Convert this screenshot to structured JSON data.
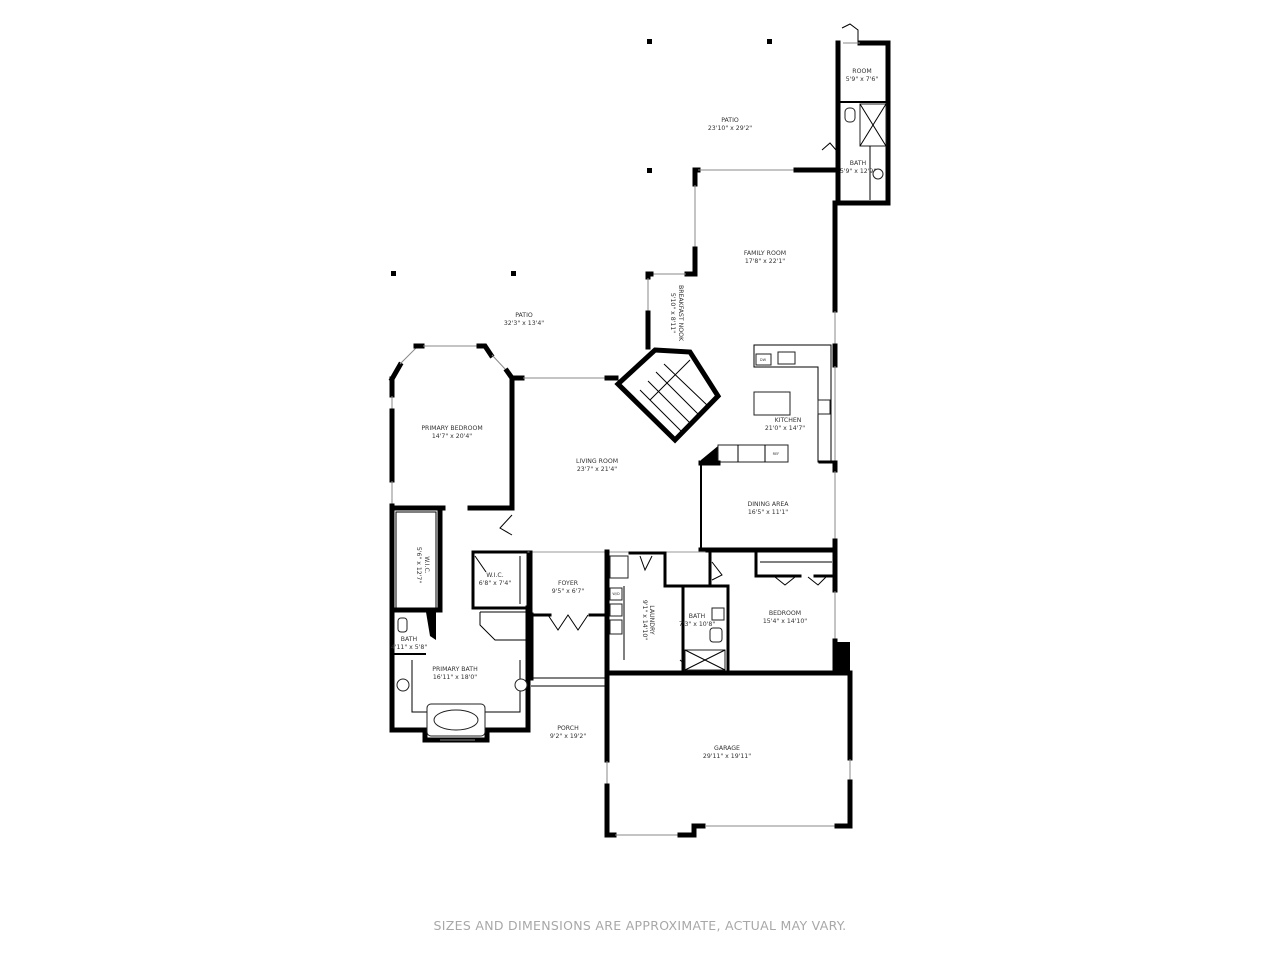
{
  "floor_plan": {
    "rooms": [
      {
        "id": "room-small",
        "name": "ROOM",
        "dims": "5'9\" x 7'6\""
      },
      {
        "id": "bath-upper",
        "name": "BATH",
        "dims": "5'9\" x 12'9\""
      },
      {
        "id": "patio-upper",
        "name": "PATIO",
        "dims": "23'10\" x 29'2\""
      },
      {
        "id": "family-room",
        "name": "FAMILY ROOM",
        "dims": "17'8\" x 22'1\""
      },
      {
        "id": "breakfast-nook",
        "name": "BREAKFAST NOOK",
        "dims": "5'10\" x 8'11\""
      },
      {
        "id": "patio-lower",
        "name": "PATIO",
        "dims": "32'3\" x 13'4\""
      },
      {
        "id": "kitchen",
        "name": "KITCHEN",
        "dims": "21'0\" x 14'7\""
      },
      {
        "id": "primary-bedroom",
        "name": "PRIMARY BEDROOM",
        "dims": "14'7\" x 20'4\""
      },
      {
        "id": "living-room",
        "name": "LIVING ROOM",
        "dims": "23'7\" x 21'4\""
      },
      {
        "id": "dining-area",
        "name": "DINING AREA",
        "dims": "16'5\" x 11'1\""
      },
      {
        "id": "wic-long",
        "name": "W.I.C.",
        "dims": "5'6\" x 12'7\""
      },
      {
        "id": "wic-small",
        "name": "W.I.C.",
        "dims": "6'8\" x 7'4\""
      },
      {
        "id": "foyer",
        "name": "FOYER",
        "dims": "9'5\" x 6'7\""
      },
      {
        "id": "laundry",
        "name": "LAUNDRY",
        "dims": "9'1\" x 14'10\""
      },
      {
        "id": "bath-hall",
        "name": "BATH",
        "dims": "7'3\" x 10'8\""
      },
      {
        "id": "bedroom",
        "name": "BEDROOM",
        "dims": "15'4\" x 14'10\""
      },
      {
        "id": "bath-small",
        "name": "BATH",
        "dims": "4'11\" x 5'8\""
      },
      {
        "id": "primary-bath",
        "name": "PRIMARY BATH",
        "dims": "16'11\" x 18'0\""
      },
      {
        "id": "porch",
        "name": "PORCH",
        "dims": "9'2\" x 19'2\""
      },
      {
        "id": "garage",
        "name": "GARAGE",
        "dims": "29'11\" x 19'11\""
      }
    ],
    "appliance_labels": {
      "dishwasher": "DW",
      "refrigerator": "REF",
      "washer": "W/D"
    },
    "disclaimer": "SIZES AND DIMENSIONS ARE APPROXIMATE, ACTUAL MAY VARY."
  }
}
